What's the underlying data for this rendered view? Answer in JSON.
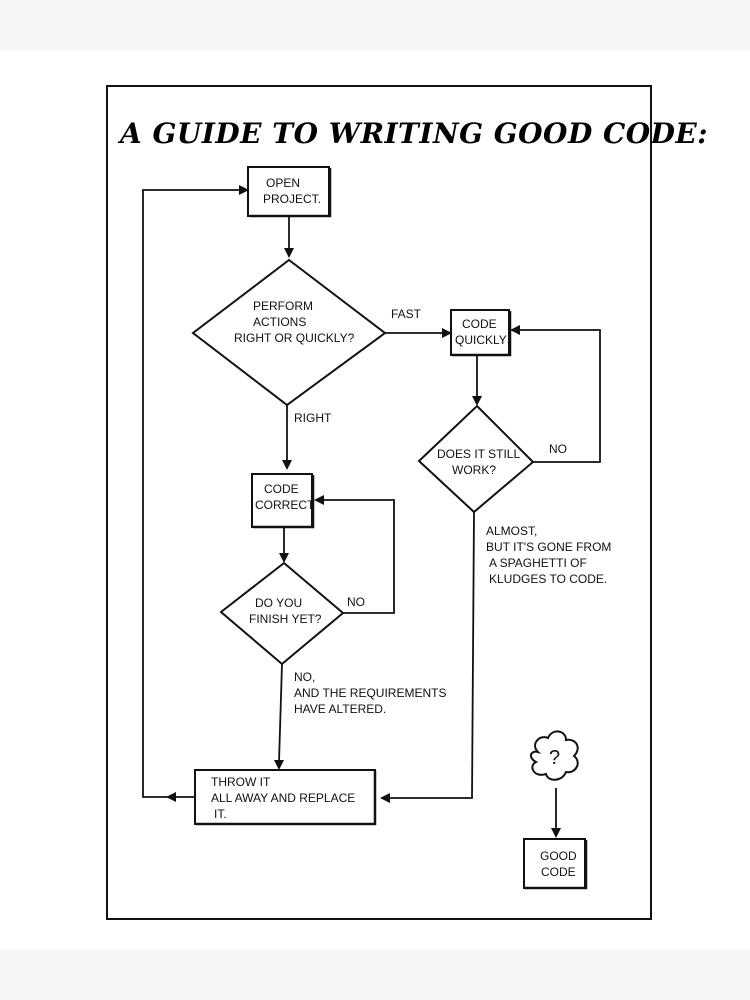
{
  "title": "A GUIDE TO WRITING GOOD CODE:",
  "nodes": {
    "open_project": [
      "OPEN",
      "PROJECT."
    ],
    "perform_decision": [
      "PERFORM",
      "ACTIONS",
      "RIGHT OR QUICKLY?"
    ],
    "code_quickly": [
      "CODE",
      "QUICKLY"
    ],
    "still_work_decision": [
      "DOES IT STILL",
      "WORK?"
    ],
    "code_correct": [
      "CODE",
      "CORRECT"
    ],
    "finish_decision": [
      "DO YOU",
      "FINISH YET?"
    ],
    "throw_away": [
      "THROW IT",
      "ALL AWAY AND REPLACE",
      "IT."
    ],
    "unknown": "?",
    "good_code": [
      "GOOD",
      "CODE"
    ]
  },
  "edges": {
    "fast": "FAST",
    "right": "RIGHT",
    "no_quick": "NO",
    "no_finish": "NO",
    "almost": [
      "ALMOST,",
      "BUT IT'S GONE FROM",
      "A SPAGHETTI OF",
      "KLUDGES TO CODE."
    ],
    "requirements": [
      "NO,",
      "AND THE REQUIREMENTS",
      "HAVE ALTERED."
    ]
  }
}
